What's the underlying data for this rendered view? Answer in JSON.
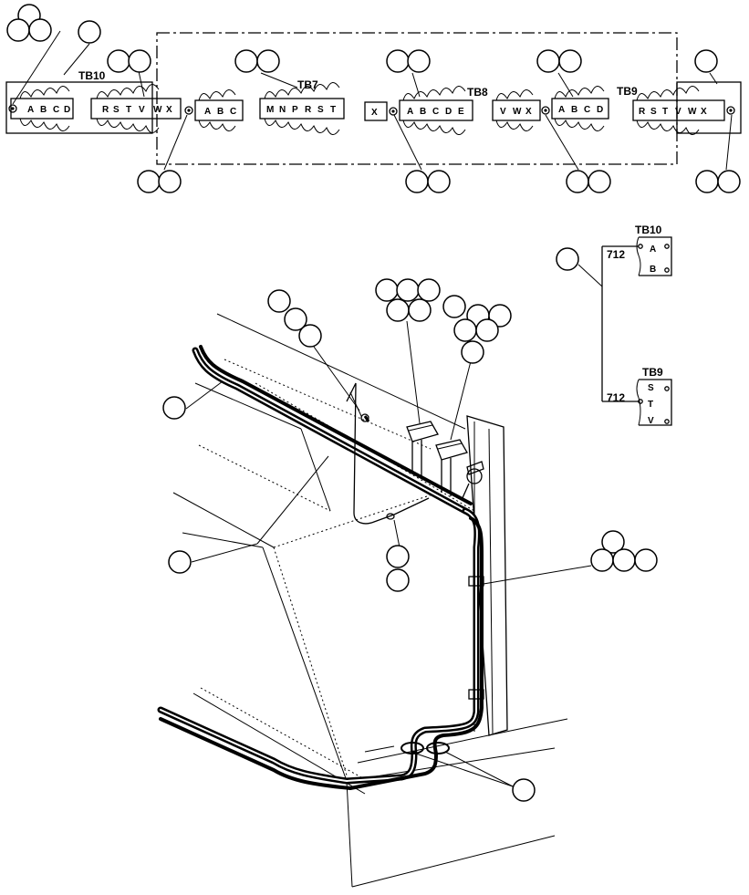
{
  "terminal_strips": {
    "tb10": {
      "name": "TB10",
      "terminals": [
        "A",
        "B",
        "C",
        "D",
        "R",
        "S",
        "T",
        "V",
        "W",
        "X"
      ]
    },
    "tb7": {
      "name": "TB7",
      "terminals_left": [
        "A",
        "B",
        "C"
      ],
      "terminals_right": [
        "M",
        "N",
        "P",
        "R",
        "S",
        "T"
      ]
    },
    "tb8": {
      "name": "TB8",
      "terminals_left": [
        "X"
      ],
      "terminals_right": [
        "A",
        "B",
        "C",
        "D",
        "E"
      ]
    },
    "tb9": {
      "name": "TB9",
      "terminals_left": [
        "V",
        "W",
        "X",
        "A",
        "B",
        "C",
        "D"
      ],
      "terminals_right": [
        "R",
        "S",
        "T",
        "V",
        "W",
        "X"
      ]
    }
  },
  "schematic": {
    "wire_number_top": "712",
    "wire_number_bottom": "712",
    "top_block": {
      "name": "TB10",
      "terminals": [
        "A",
        "B"
      ]
    },
    "bottom_block": {
      "name": "TB9",
      "terminals": [
        "S",
        "T",
        "V"
      ]
    }
  }
}
